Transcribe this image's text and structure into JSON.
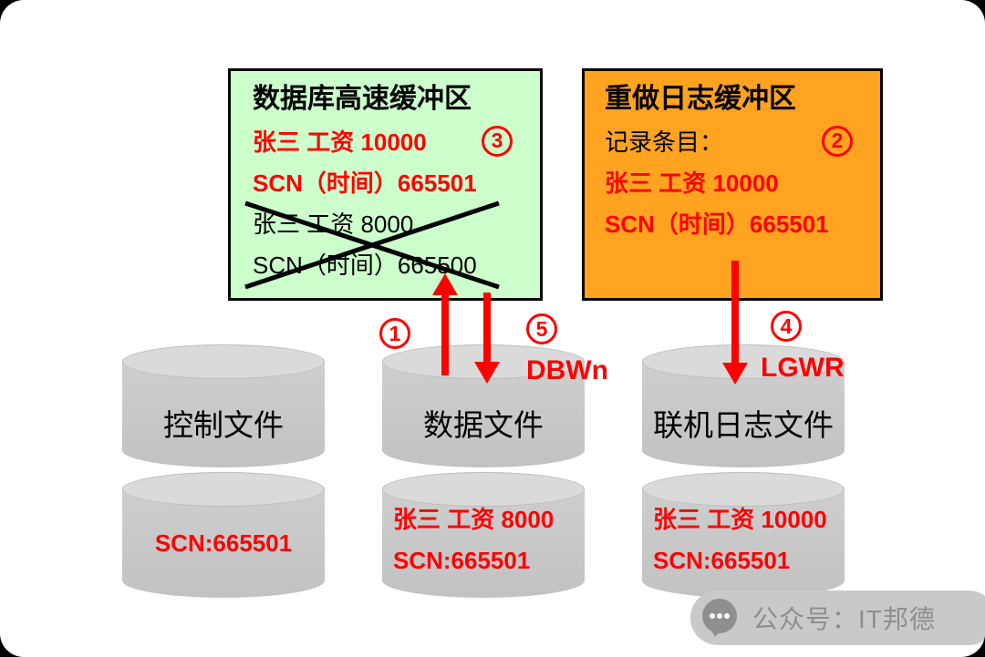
{
  "colors": {
    "highlight_red": "#ff0000",
    "buffer_cache_bg": "#ccffcc",
    "redo_buffer_bg": "#ffa320",
    "cylinder_gray": "#cccccc"
  },
  "buffer_cache": {
    "title": "数据库高速缓冲区",
    "badge": "3",
    "new_row": "张三 工资 10000",
    "new_scn": "SCN（时间）665501",
    "old_row": "张三 工资 8000",
    "old_scn": "SCN（时间）665500"
  },
  "redo_buffer": {
    "title": "重做日志缓冲区",
    "entry_label": "记录条目：",
    "badge": "2",
    "row": "张三 工资 10000",
    "scn": "SCN（时间）665501"
  },
  "flows": {
    "load_badge": "1",
    "write_badge": "5",
    "dbwn": "DBWn",
    "log_badge": "4",
    "lgwr": "LGWR"
  },
  "cylinders": [
    {
      "label": "控制文件",
      "lines": [
        "SCN:665501"
      ]
    },
    {
      "label": "数据文件",
      "lines": [
        "张三 工资 8000",
        "SCN:665501"
      ]
    },
    {
      "label": "联机日志文件",
      "lines": [
        "张三 工资 10000",
        "SCN:665501"
      ]
    }
  ],
  "watermark": {
    "text": "公众号：IT邦德"
  }
}
